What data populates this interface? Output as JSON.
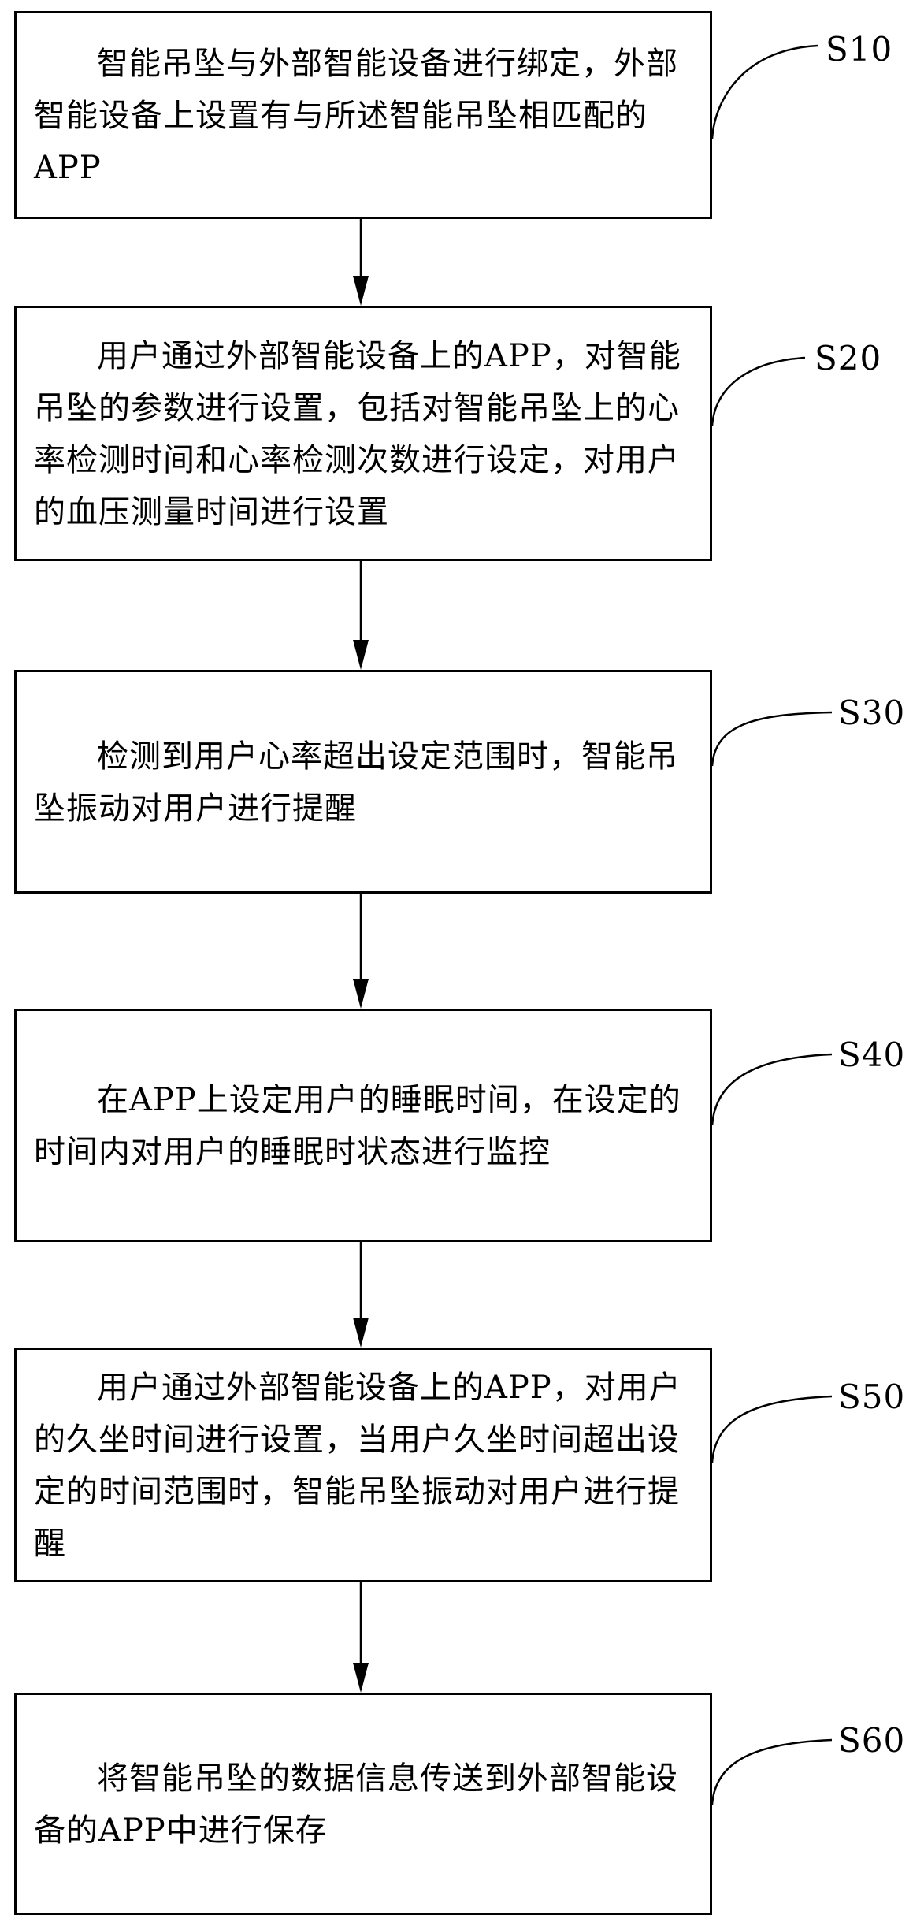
{
  "flowchart": {
    "steps": [
      {
        "label": "S10",
        "text": "智能吊坠与外部智能设备进行绑定，外部智能设备上设置有与所述智能吊坠相匹配的APP"
      },
      {
        "label": "S20",
        "text": "用户通过外部智能设备上的APP，对智能吊坠的参数进行设置，包括对智能吊坠上的心率检测时间和心率检测次数进行设定，对用户的血压测量时间进行设置"
      },
      {
        "label": "S30",
        "text": "检测到用户心率超出设定范围时，智能吊坠振动对用户进行提醒"
      },
      {
        "label": "S40",
        "text": "在APP上设定用户的睡眠时间，在设定的时间内对用户的睡眠时状态进行监控"
      },
      {
        "label": "S50",
        "text": "用户通过外部智能设备上的APP，对用户的久坐时间进行设置，当用户久坐时间超出设定的时间范围时，智能吊坠振动对用户进行提醒"
      },
      {
        "label": "S60",
        "text": "将智能吊坠的数据信息传送到外部智能设备的APP中进行保存"
      }
    ]
  }
}
